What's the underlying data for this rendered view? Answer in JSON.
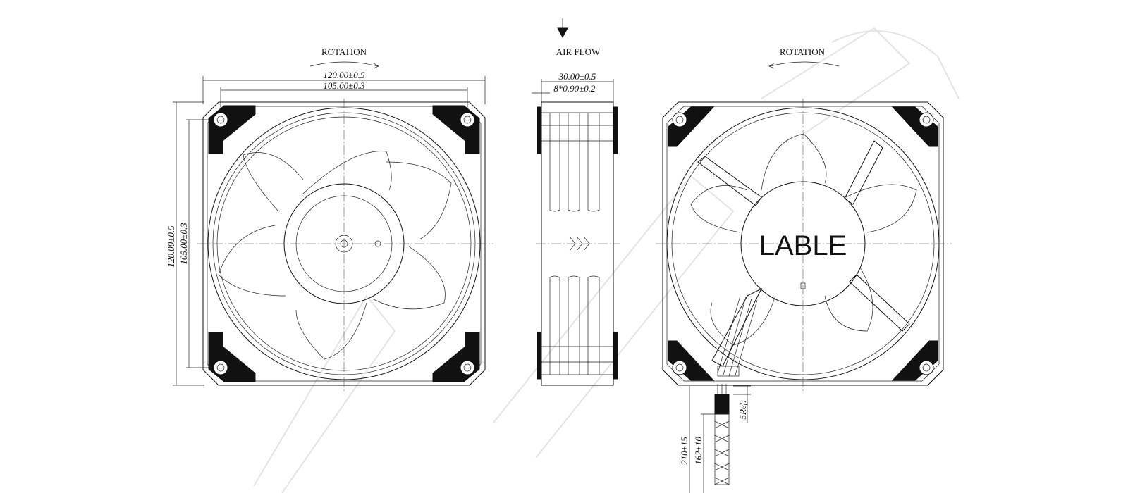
{
  "labels": {
    "rotation_left": "ROTATION",
    "rotation_right": "ROTATION",
    "air_flow": "AIR FLOW",
    "label_text": "LABLE"
  },
  "dimensions": {
    "front_outer_width": "120.00±0.5",
    "front_hole_spacing": "105.00±0.3",
    "front_outer_height": "120.00±0.5",
    "front_hole_spacing_v": "105.00±0.3",
    "side_depth": "30.00±0.5",
    "side_rib": "8*0.90±0.2",
    "cable_lead": "5Ref.",
    "cable_length_total": "210±15",
    "cable_length_sleeve": "162±10"
  }
}
